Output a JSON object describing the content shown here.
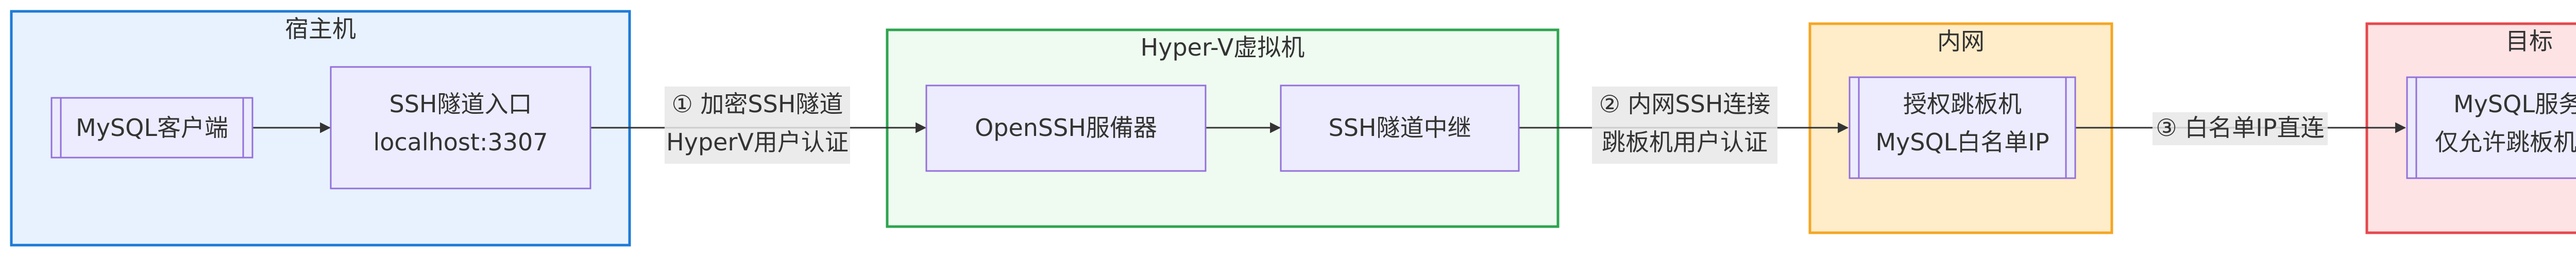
{
  "clusters": {
    "host": {
      "title": "宿主机",
      "fill": "#e8f2fe",
      "stroke": "#1e7bd6"
    },
    "hyperv": {
      "title": "Hyper-V虚拟机",
      "fill": "#effbf0",
      "stroke": "#2ea44f"
    },
    "intranet": {
      "title": "内网",
      "fill": "#ffecc8",
      "stroke": "#f5a623"
    },
    "target": {
      "title": "目标",
      "fill": "#fde3e4",
      "stroke": "#e5484d"
    }
  },
  "nodes": {
    "mysql_client": {
      "label": "MySQL客户端"
    },
    "ssh_entry": {
      "line1": "SSH隧道入口",
      "line2": "localhost:3307"
    },
    "openssh": {
      "label": "OpenSSH服備器"
    },
    "ssh_relay": {
      "label": "SSH隧道中继"
    },
    "jump_host": {
      "line1": "授权跳板机",
      "line2": "MySQL白名单IP"
    },
    "mysql_server": {
      "line1": "MySQL服务器",
      "line2": "仅允许跳板机连接"
    }
  },
  "edges": {
    "e1": {
      "line1": "① 加密SSH隧道",
      "line2": "HyperV用户认证"
    },
    "e2": {
      "line1": "② 内网SSH连接",
      "line2": "跳板机用户认证"
    },
    "e3": {
      "label": "③ 白名单IP直连"
    }
  },
  "colors": {
    "node_fill": "#ececfe",
    "node_stroke": "#9370db",
    "edge": "#333333"
  }
}
